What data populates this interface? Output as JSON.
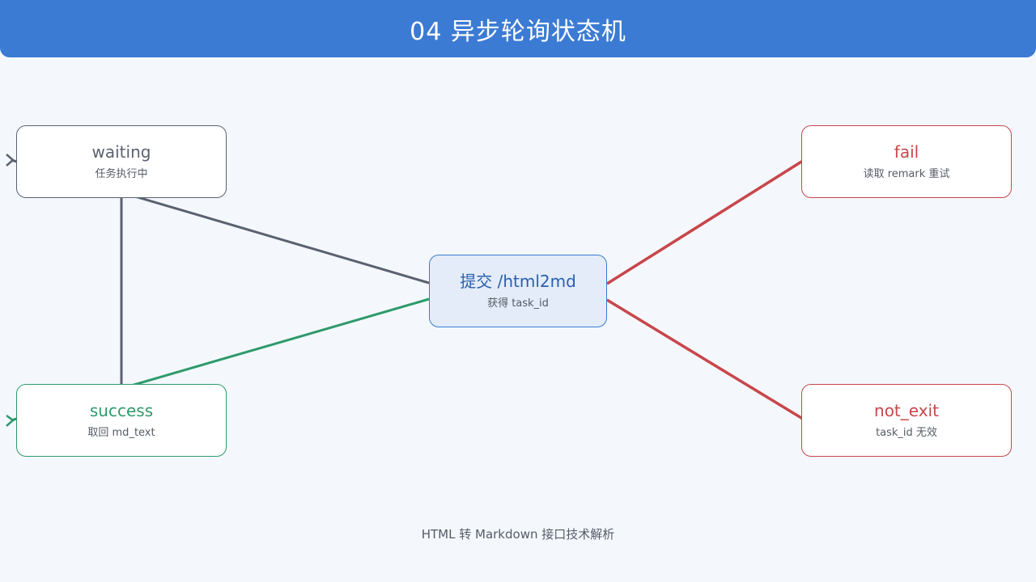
{
  "header": {
    "title": "04  异步轮询状态机"
  },
  "colors": {
    "header_bg": "#3b7bd4",
    "page_bg": "#f4f8fd",
    "waiting": "#5a6270",
    "success": "#2e9a6b",
    "error": "#c8464b",
    "center_fill": "#e3ecf8",
    "center_border": "#3b7bd4"
  },
  "nodes": {
    "center": {
      "title": "提交 /html2md",
      "subtitle": "获得 task_id"
    },
    "waiting": {
      "title": "waiting",
      "subtitle": "任务执行中"
    },
    "success": {
      "title": "success",
      "subtitle": "取回 md_text"
    },
    "fail": {
      "title": "fail",
      "subtitle": "读取 remark 重试"
    },
    "not_exit": {
      "title": "not_exit",
      "subtitle": "task_id 无效"
    }
  },
  "footer": {
    "text": "HTML 转 Markdown 接口技术解析"
  }
}
